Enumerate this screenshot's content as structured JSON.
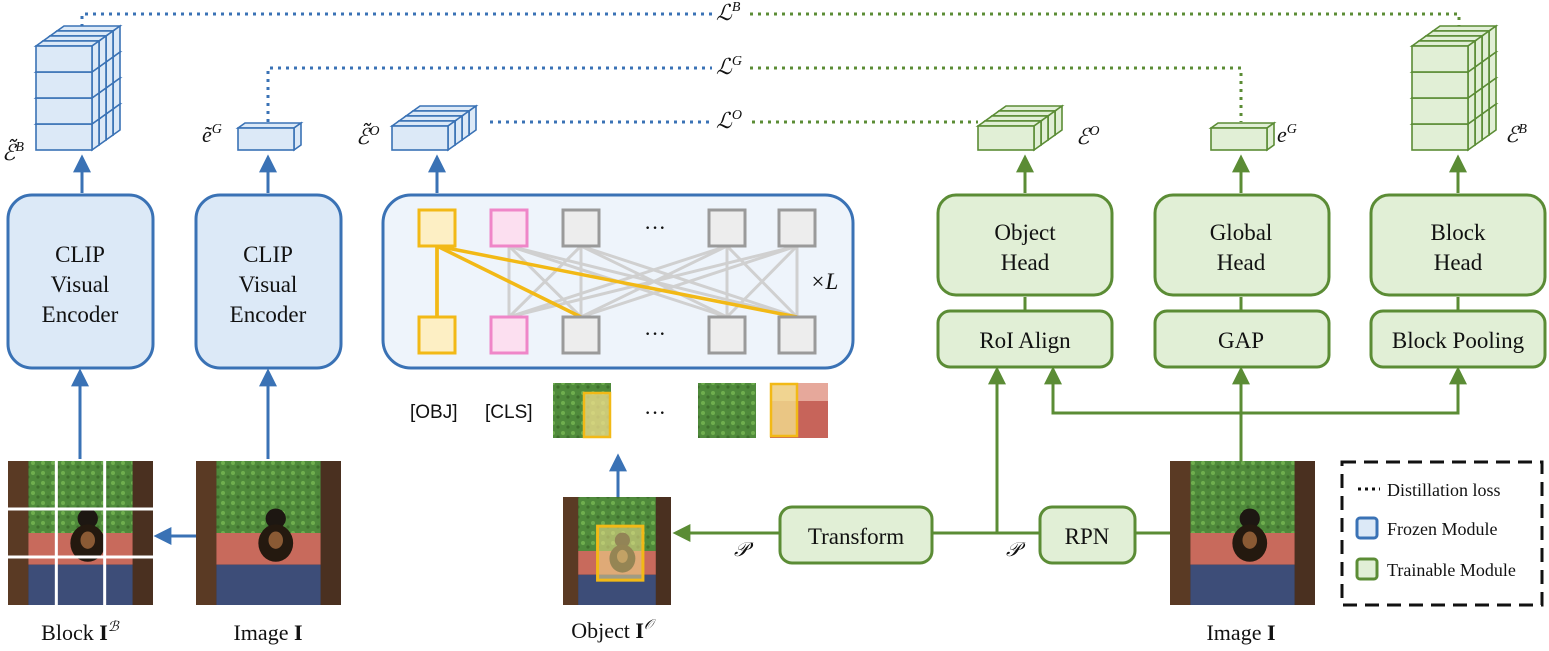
{
  "modules": {
    "clip_block": [
      "CLIP",
      "Visual",
      "Encoder"
    ],
    "clip_image": [
      "CLIP",
      "Visual",
      "Encoder"
    ],
    "object_head": [
      "Object",
      "Head"
    ],
    "global_head": [
      "Global",
      "Head"
    ],
    "block_head": [
      "Block",
      "Head"
    ],
    "roi_align": "RoI Align",
    "gap": "GAP",
    "block_pooling": "Block Pooling",
    "transform": "Transform",
    "rpn": "RPN"
  },
  "losses": {
    "block": {
      "sym": "ℒ",
      "sup": "B"
    },
    "global": {
      "sym": "ℒ",
      "sup": "G"
    },
    "object": {
      "sym": "ℒ",
      "sup": "O"
    }
  },
  "embeddings": {
    "clip_block": {
      "sym": "ℰ̃",
      "sup": "B"
    },
    "clip_global": {
      "sym": "ẽ",
      "sup": "G"
    },
    "clip_object": {
      "sym": "ℰ̃",
      "sup": "O"
    },
    "det_object": {
      "sym": "ℰ",
      "sup": "O"
    },
    "det_global": {
      "sym": "e",
      "sup": "G"
    },
    "det_block": {
      "sym": "ℰ",
      "sup": "B"
    }
  },
  "transformer": {
    "times_label": "×L",
    "ellipsis": "···",
    "tokens": [
      "[OBJ]",
      "[CLS]"
    ]
  },
  "captions": {
    "block": {
      "text": "Block ",
      "bold": "I",
      "sup": "ℬ"
    },
    "image_left": {
      "text": "Image ",
      "bold": "I"
    },
    "object": {
      "text": "Object ",
      "bold": "I",
      "sup": "𝒪"
    },
    "image_right": {
      "text": "Image ",
      "bold": "I"
    }
  },
  "proposals": {
    "p": "𝒫",
    "p_prime": "𝒫′"
  },
  "legend": [
    {
      "kind": "dotted",
      "label": "Distillation loss"
    },
    {
      "kind": "frozen",
      "label": "Frozen Module"
    },
    {
      "kind": "trainable",
      "label": "Trainable Module"
    }
  ],
  "colors": {
    "frozen_stroke": "#3a72b5",
    "frozen_fill": "#dce9f7",
    "trainable_stroke": "#5b8c35",
    "trainable_fill": "#e1efd6",
    "obj_token": "#f2b916",
    "cls_token": "#ef86c8",
    "other_token": "#9a9a9a"
  }
}
